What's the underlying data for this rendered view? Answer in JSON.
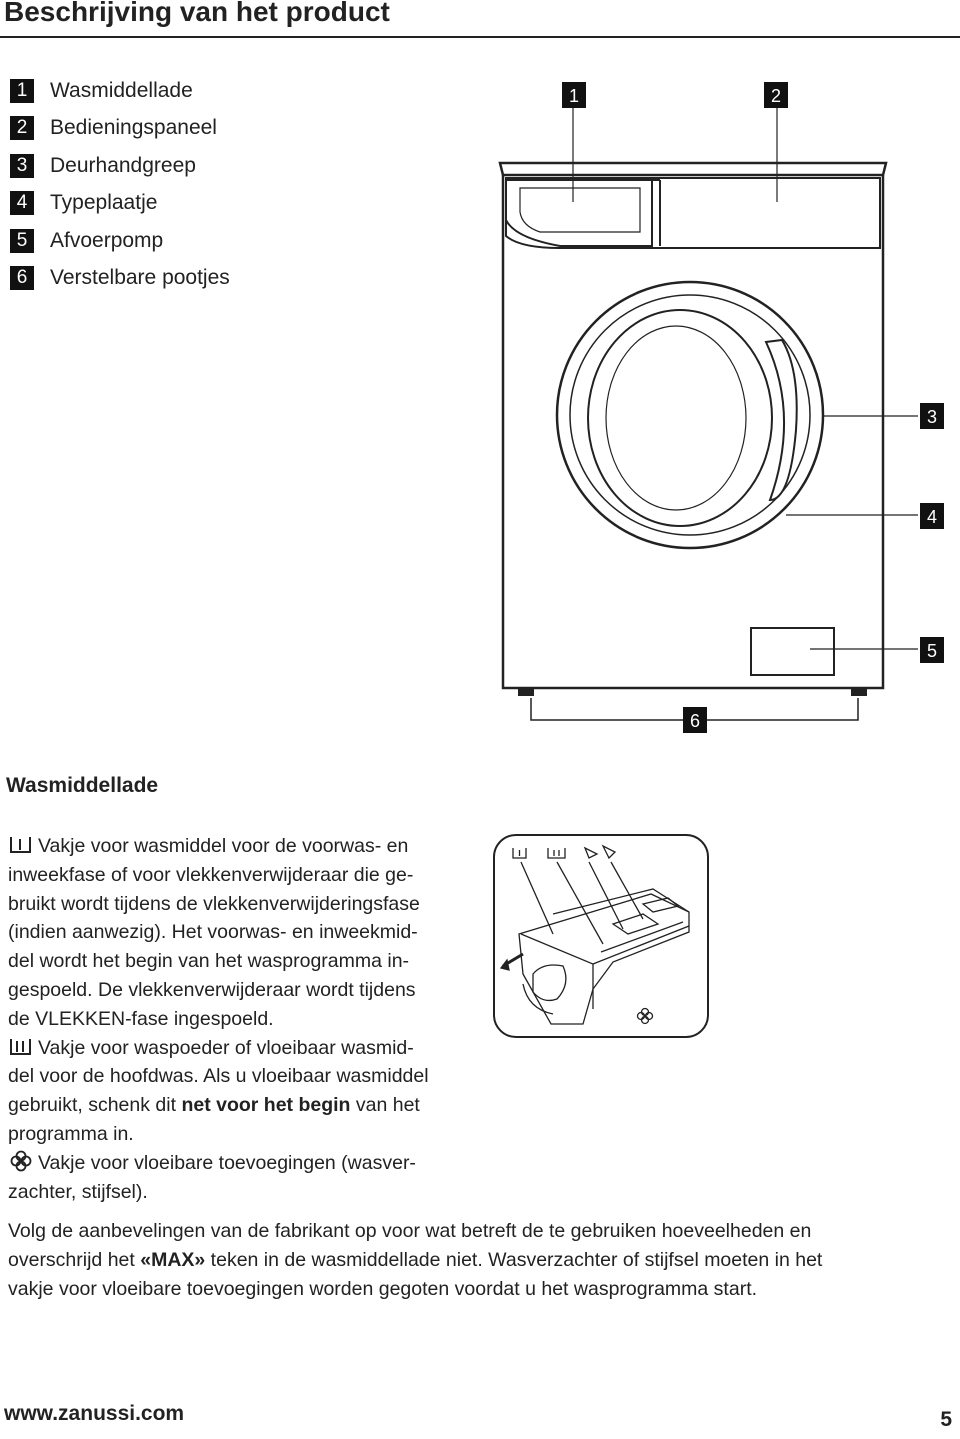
{
  "page": {
    "title": "Beschrijving van het product",
    "footer_url": "www.zanussi.com",
    "page_number": "5"
  },
  "legend": [
    {
      "num": "1",
      "label": "Wasmiddellade"
    },
    {
      "num": "2",
      "label": "Bedieningspaneel"
    },
    {
      "num": "3",
      "label": "Deurhandgreep"
    },
    {
      "num": "4",
      "label": "Typeplaatje"
    },
    {
      "num": "5",
      "label": "Afvoerpomp"
    },
    {
      "num": "6",
      "label": "Verstelbare pootjes"
    }
  ],
  "section": {
    "heading": "Wasmiddellade",
    "lines": [
      "Vakje voor wasmiddel voor de voorwas- en",
      "inweekfase of voor vlekkenverwijderaar die ge-",
      "bruikt wordt tijdens de vlekkenverwijderingsfase",
      "(indien aanwezig). Het voorwas- en inweekmid-",
      "del wordt het begin van het wasprogramma in-",
      "gespoeld. De vlekkenverwijderaar wordt tijdens",
      "de VLEKKEN-fase ingespoeld.",
      "Vakje voor waspoeder of vloeibaar wasmid-",
      "del voor de hoofdwas. Als u vloeibaar wasmiddel",
      "gebruikt, schenk dit ",
      "net voor het begin",
      " van het",
      "programma in.",
      "Vakje voor vloeibare toevoegingen (wasver-",
      "zachter, stijfsel)."
    ],
    "paragraph_lines": [
      "Volg de aanbevelingen van de fabrikant op voor wat betreft de te gebruiken hoeveelheden en",
      "overschrijd het ",
      "«MAX»",
      " teken in de wasmiddellade niet. Wasverzachter of stijfsel moeten in het",
      "vakje voor vloeibare toevoegingen worden gegoten voordat u het wasprogramma start."
    ]
  }
}
